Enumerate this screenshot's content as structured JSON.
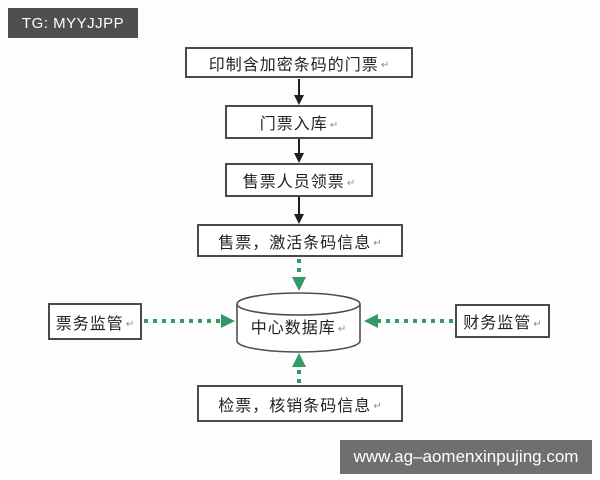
{
  "badge": {
    "text": "TG: MYYJJPP",
    "bg": "#4f4f4f",
    "color": "#ffffff"
  },
  "watermark": {
    "text": "www.ag–aomenxinpujing.com",
    "bg": "#6f6f6f",
    "color": "#ffffff"
  },
  "colors": {
    "arrow_black": "#1f1f1f",
    "arrow_green": "#339966",
    "box_border": "#4a4a4a",
    "box_fill": "#ffffff",
    "background": "#fdfdfd"
  },
  "diagram": {
    "return_mark": "↵",
    "nodes": {
      "print": {
        "label": "印制含加密条码的门票"
      },
      "storage": {
        "label": "门票入库"
      },
      "collect": {
        "label": "售票人员领票"
      },
      "sell": {
        "label": "售票，激活条码信息"
      },
      "database": {
        "label": "中心数据库",
        "shape": "cylinder"
      },
      "ticket_supervision": {
        "label": "票务监管"
      },
      "finance_supervision": {
        "label": "财务监管"
      },
      "check": {
        "label": "检票，核销条码信息"
      }
    },
    "edges": [
      {
        "from": "print",
        "to": "storage",
        "style": "solid-black-arrow"
      },
      {
        "from": "storage",
        "to": "collect",
        "style": "solid-black-arrow"
      },
      {
        "from": "collect",
        "to": "sell",
        "style": "solid-black-arrow"
      },
      {
        "from": "sell",
        "to": "database",
        "style": "dashed-green-arrow"
      },
      {
        "from": "ticket_supervision",
        "to": "database",
        "style": "dashed-green-arrow"
      },
      {
        "from": "finance_supervision",
        "to": "database",
        "style": "dashed-green-arrow"
      },
      {
        "from": "check",
        "to": "database",
        "style": "dashed-green-arrow"
      }
    ]
  }
}
